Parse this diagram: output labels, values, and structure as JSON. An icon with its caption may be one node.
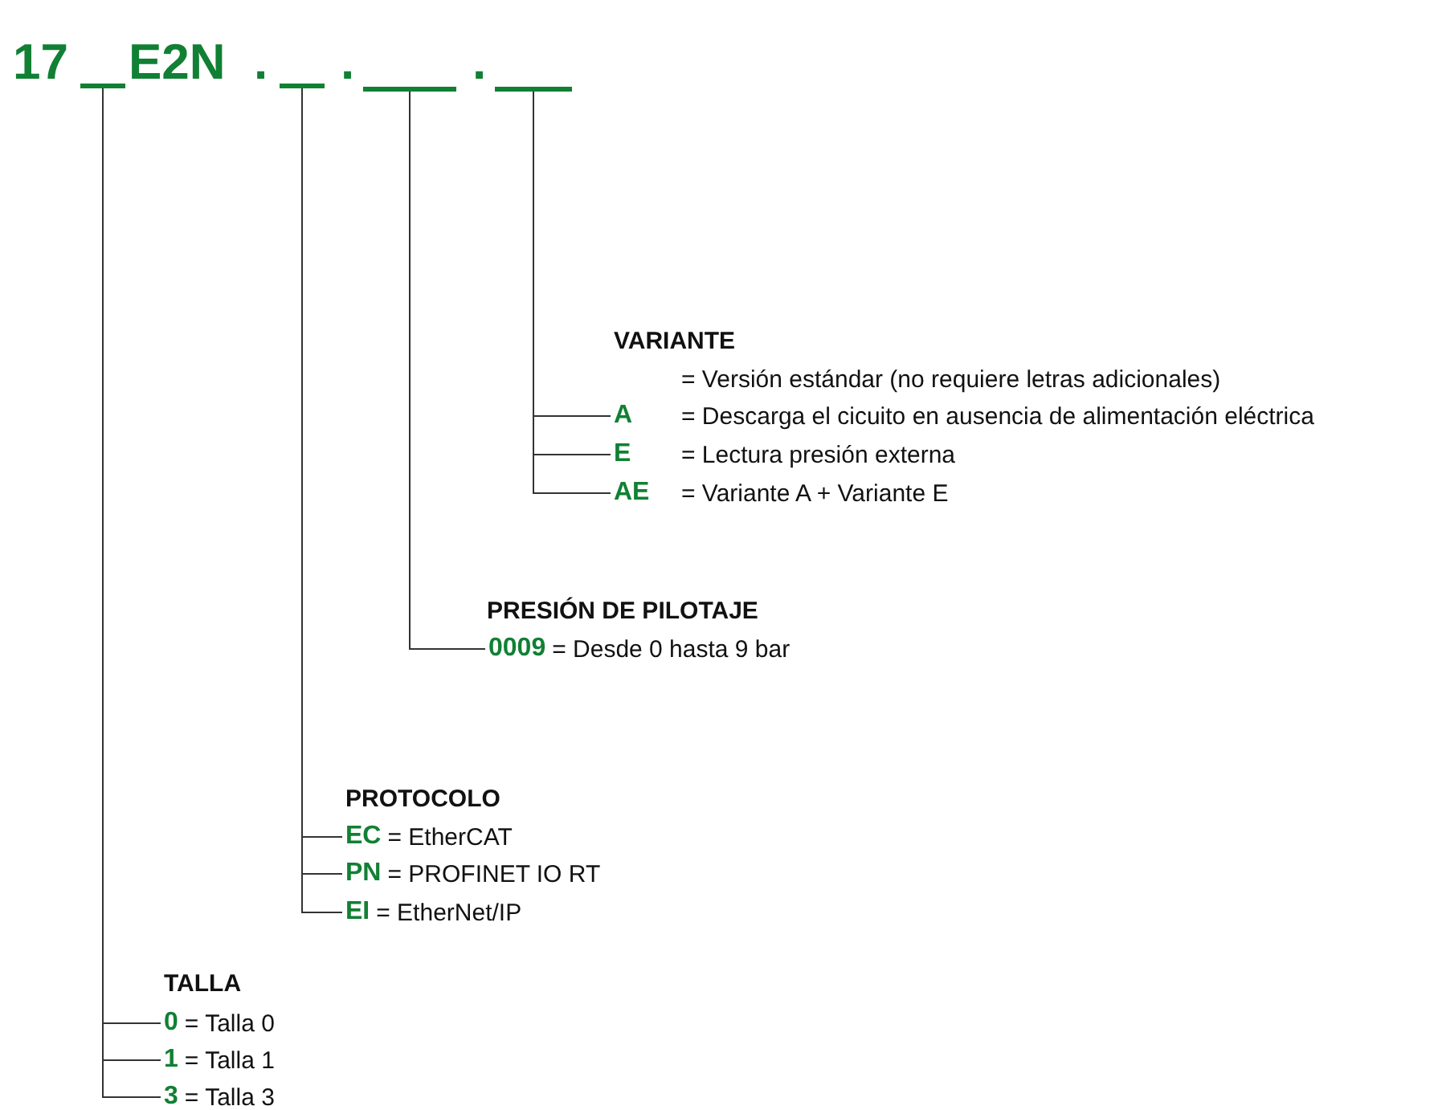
{
  "diagram": {
    "nodes": [
      {
        "text": [],
        "shape": "bar"
      },
      {
        "text": [],
        "shape": "bar"
      },
      {
        "text": [],
        "shape": "bar"
      },
      {
        "text": [],
        "shape": "bar"
      },
      {
        "text": [
          "= Versión estándar (no requiere letras adicionales)"
        ]
      },
      {
        "text": [
          "A",
          "= Descarga el cicuito en ausencia de alimentación eléctrica"
        ]
      },
      {
        "text": [
          "E",
          "= Lectura presión externa"
        ]
      },
      {
        "text": [
          "AE",
          "= Variante A + Variante E"
        ]
      },
      {
        "text": [
          "0009",
          "= Desde 0 hasta 9 bar"
        ]
      },
      {
        "text": [
          "EC",
          "= EtherCAT"
        ]
      },
      {
        "text": [
          "PN",
          "= PROFINET IO RT"
        ]
      },
      {
        "text": [
          "EI",
          "= EtherNet/IP"
        ]
      },
      {
        "text": [
          "0",
          "= Talla 0"
        ]
      },
      {
        "text": [
          "1",
          "= Talla 1"
        ]
      },
      {
        "text": [
          "3",
          "= Talla 3"
        ]
      }
    ],
    "edges": [
      {
        "from": 3,
        "to": 5,
        "arrow": "none"
      },
      {
        "from": 3,
        "to": 6,
        "arrow": "none"
      },
      {
        "from": 3,
        "to": 7,
        "arrow": "none"
      },
      {
        "from": 2,
        "to": 8,
        "arrow": "none"
      },
      {
        "from": 1,
        "to": 9,
        "arrow": "none"
      },
      {
        "from": 1,
        "to": 10,
        "arrow": "none"
      },
      {
        "from": 1,
        "to": 11,
        "arrow": "none"
      },
      {
        "from": 0,
        "to": 12,
        "arrow": "none"
      },
      {
        "from": 0,
        "to": 13,
        "arrow": "none"
      },
      {
        "from": 0,
        "to": 14,
        "arrow": "none"
      }
    ],
    "labels": [
      "17",
      "E2N",
      ".",
      ".",
      ".",
      "VARIANTE",
      "PRESIÓN DE PILOTAJE",
      "PROTOCOLO",
      "TALLA"
    ]
  }
}
